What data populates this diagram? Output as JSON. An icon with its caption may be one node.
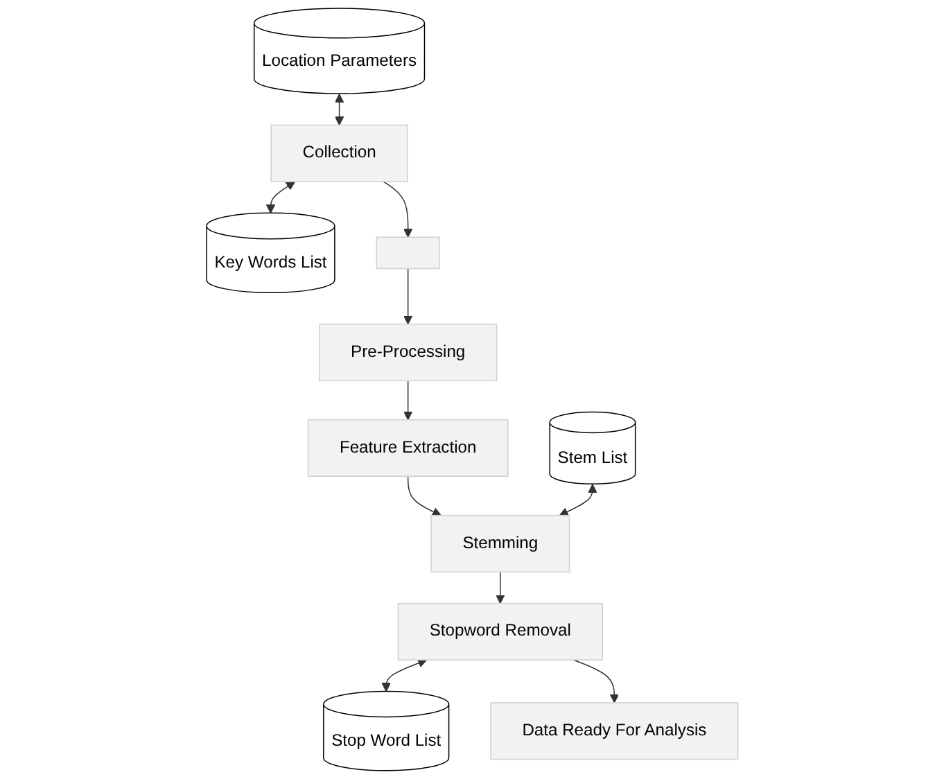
{
  "diagram": {
    "nodes": [
      {
        "text": [
          "Location Parameters"
        ]
      },
      {
        "text": [
          "Collection"
        ]
      },
      {
        "text": [
          "Key Words List"
        ]
      },
      {
        "text": [],
        "shape": "box"
      },
      {
        "text": [
          "Pre-Processing"
        ]
      },
      {
        "text": [
          "Feature Extraction"
        ]
      },
      {
        "text": [
          "Stem List"
        ]
      },
      {
        "text": [
          "Stemming"
        ]
      },
      {
        "text": [
          "Stopword Removal"
        ]
      },
      {
        "text": [
          "Stop Word List"
        ]
      },
      {
        "text": [
          "Data Ready For Analysis"
        ]
      }
    ],
    "edges": [
      {
        "from": 0,
        "to": 1,
        "arrow": "both"
      },
      {
        "from": 1,
        "to": 2,
        "arrow": "both"
      },
      {
        "from": 1,
        "to": 3,
        "arrow": "to"
      },
      {
        "from": 3,
        "to": 4,
        "arrow": "to"
      },
      {
        "from": 4,
        "to": 5,
        "arrow": "to"
      },
      {
        "from": 5,
        "to": 7,
        "arrow": "to"
      },
      {
        "from": 6,
        "to": 7,
        "arrow": "both"
      },
      {
        "from": 7,
        "to": 8,
        "arrow": "to"
      },
      {
        "from": 8,
        "to": 9,
        "arrow": "both"
      },
      {
        "from": 8,
        "to": 10,
        "arrow": "to"
      }
    ]
  }
}
